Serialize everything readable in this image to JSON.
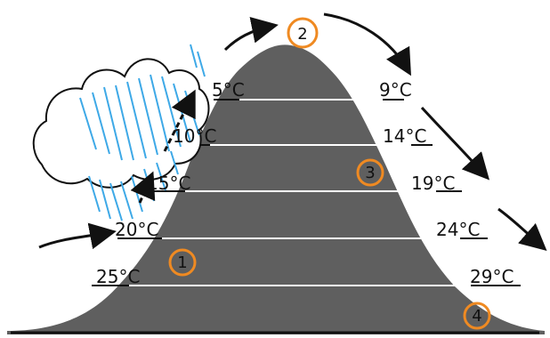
{
  "diagram": {
    "colors": {
      "mountain": "#5f5f5f",
      "rain": "#3ea9e7",
      "marker_ring": "#ef8a22",
      "text": "#111111",
      "arrows": "#111111"
    },
    "windward_temperatures": [
      "5°C",
      "10°C",
      "15°C",
      "20°C",
      "25°C"
    ],
    "leeward_temperatures": [
      "9°C",
      "14°C",
      "19°C",
      "24°C",
      "29°C"
    ],
    "stage_markers": [
      "1",
      "2",
      "3",
      "4"
    ]
  }
}
